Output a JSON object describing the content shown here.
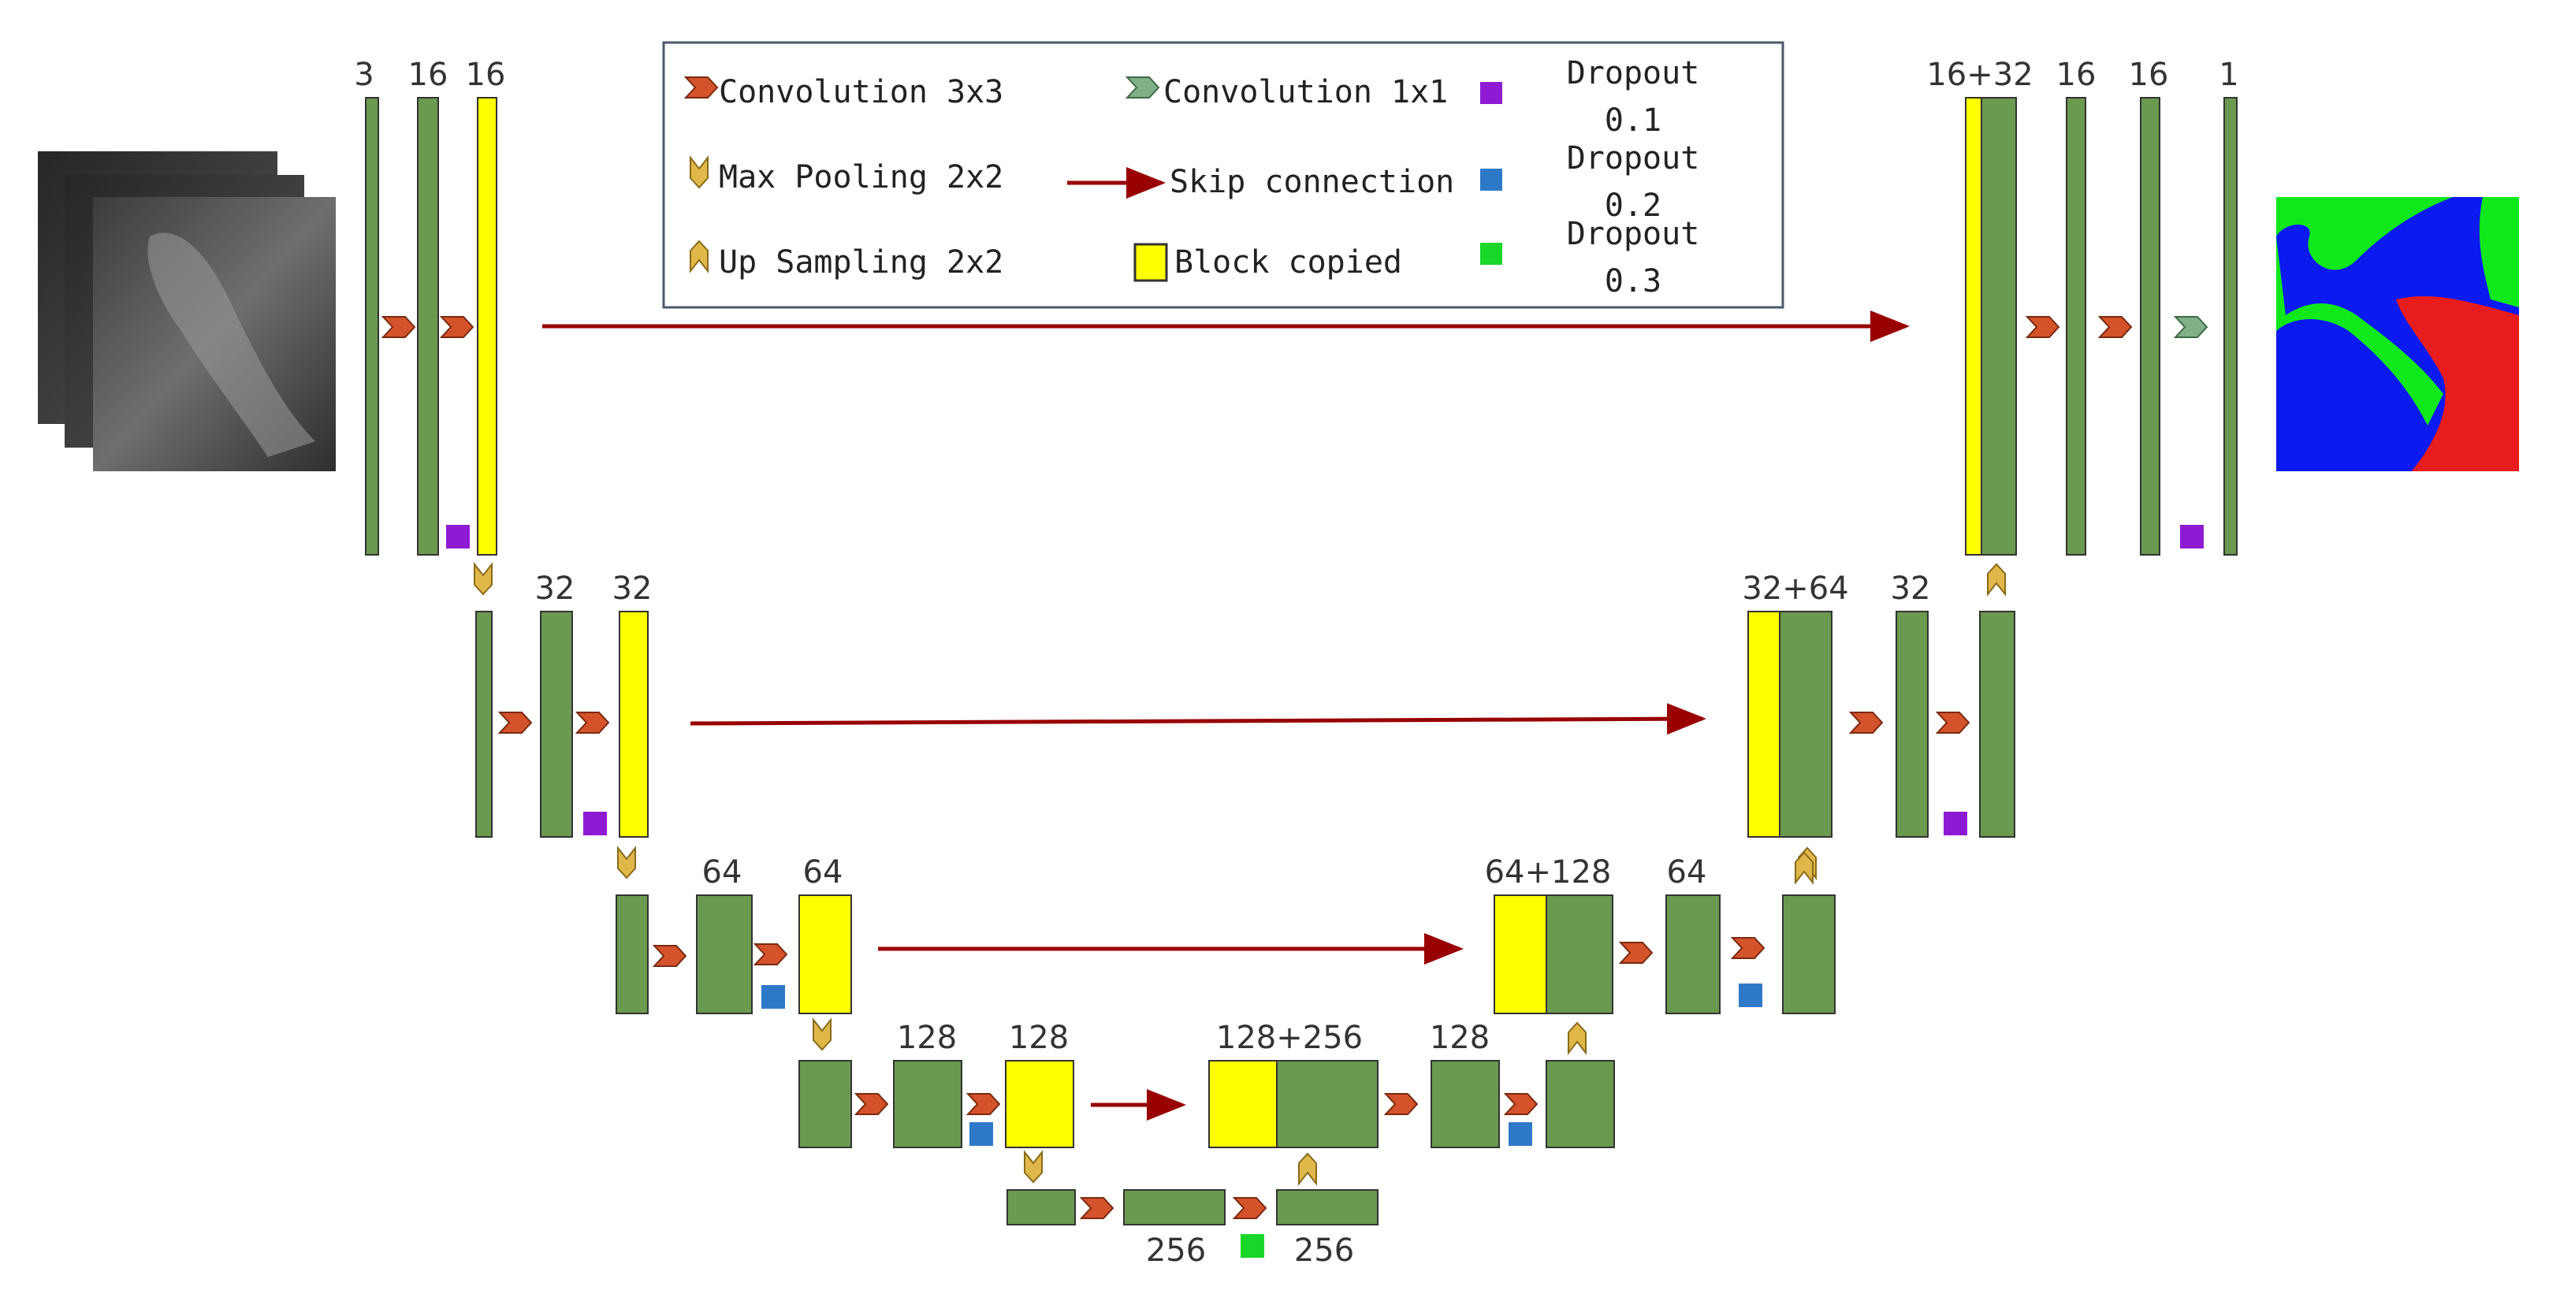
{
  "colors": {
    "block_green": "#6a9a50",
    "block_yellow": "#ffff00",
    "block_stroke": "#333333",
    "conv3_arrow": "#d4532a",
    "conv1_arrow": "#7fb086",
    "pool_up_icon": "#e0b84a",
    "skip_arrow": "#990000",
    "dropout_01": "#8e1bd3",
    "dropout_02": "#2e79c7",
    "dropout_03": "#18d62a",
    "seg_blue": "#0a1af0",
    "seg_green": "#10e81a",
    "seg_red": "#e81c1c"
  },
  "legend": {
    "conv3": "Convolution 3x3",
    "maxpool": "Max Pooling 2x2",
    "upsample": "Up Sampling 2x2",
    "conv1": "Convolution 1x1",
    "skip": "Skip connection",
    "copied": "Block copied",
    "dropout1_label": "Dropout",
    "dropout1_value": "0.1",
    "dropout2_label": "Dropout",
    "dropout2_value": "0.2",
    "dropout3_label": "Dropout",
    "dropout3_value": "0.3"
  },
  "channels": {
    "input": "3",
    "enc1_a": "16",
    "enc1_b": "16",
    "enc2_a": "32",
    "enc2_b": "32",
    "enc3_a": "64",
    "enc3_b": "64",
    "enc4_a": "128",
    "enc4_b": "128",
    "bottom_a": "256",
    "bottom_b": "256",
    "dec4_concat": "128+256",
    "dec4_conv": "128",
    "dec3_concat": "64+128",
    "dec3_conv": "64",
    "dec2_concat": "32+64",
    "dec2_conv": "32",
    "dec1_concat": "16+32",
    "dec1_a": "16",
    "dec1_b": "16",
    "output": "1"
  },
  "icons": {
    "conv3": "conv3x3-arrow-icon",
    "conv1": "conv1x1-arrow-icon",
    "maxpool": "max-pooling-icon",
    "upsample": "up-sampling-icon",
    "dropout": "dropout-square-icon"
  }
}
